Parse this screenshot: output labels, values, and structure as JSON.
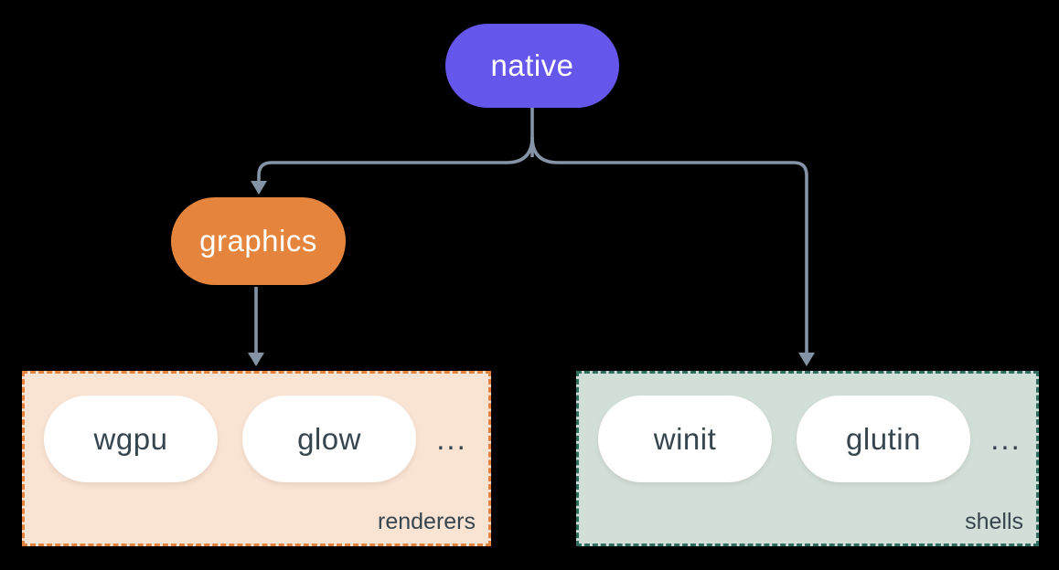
{
  "diagram": {
    "background_color": "#000000",
    "connector_color": "#8494a6",
    "nodes": [
      {
        "id": "native",
        "label": "native",
        "fill": "#6557ec",
        "text_color": "#ffffff"
      },
      {
        "id": "graphics",
        "label": "graphics",
        "fill": "#e5843c",
        "text_color": "#ffffff"
      }
    ],
    "groups": [
      {
        "id": "renderers",
        "label": "renderers",
        "fill": "#f9e3d3",
        "border_color": "#e2813c",
        "items": [
          "wgpu",
          "glow"
        ],
        "ellipsis": "...",
        "item_fill": "#ffffff",
        "text_color": "#36454e"
      },
      {
        "id": "shells",
        "label": "shells",
        "fill": "#d2dfd9",
        "border_color": "#2f6e5f",
        "items": [
          "winit",
          "glutin"
        ],
        "ellipsis": "...",
        "item_fill": "#ffffff",
        "text_color": "#36454e"
      }
    ],
    "edges": [
      {
        "from": "native",
        "to": "graphics"
      },
      {
        "from": "native",
        "to": "shells"
      },
      {
        "from": "graphics",
        "to": "renderers"
      }
    ]
  }
}
